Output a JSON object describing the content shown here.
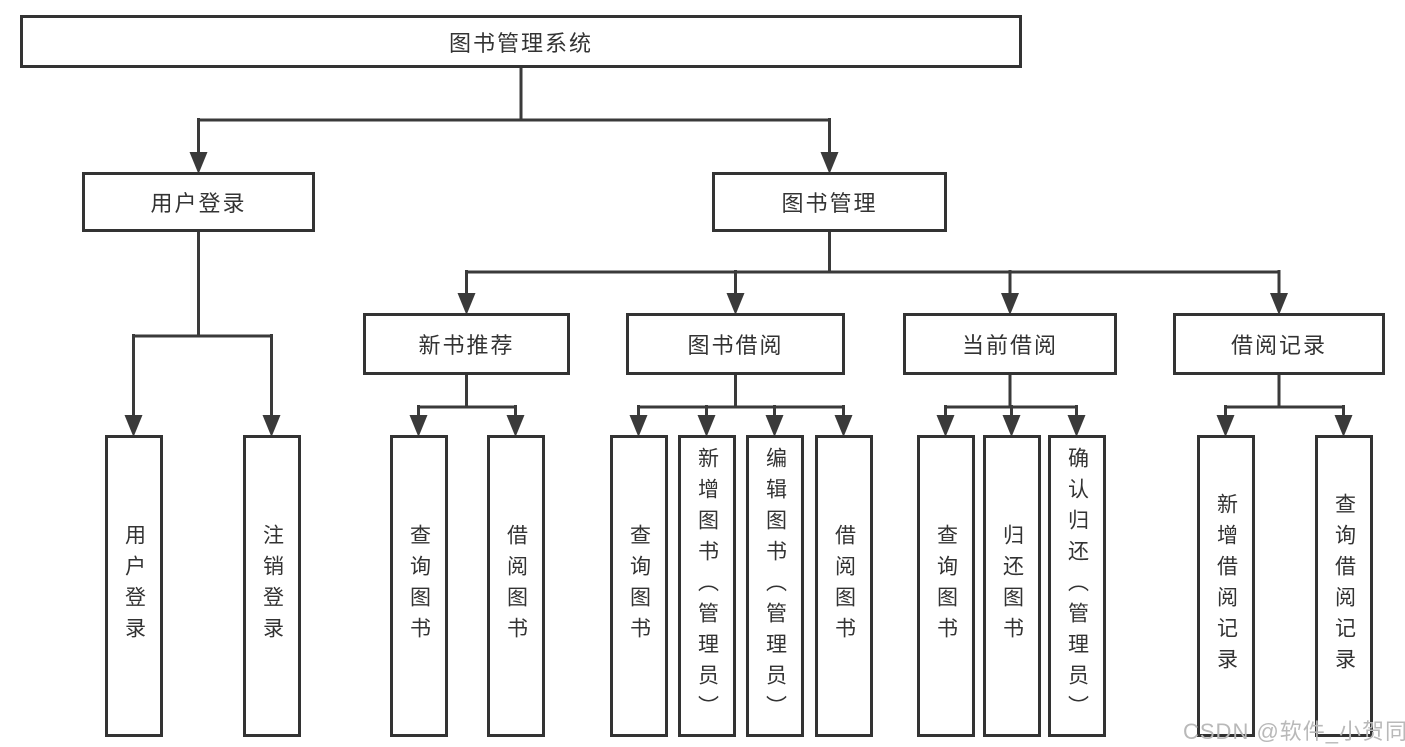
{
  "colors": {
    "line": "#3a3a3a",
    "box_border": "#333333",
    "text": "#333333",
    "background": "#ffffff",
    "watermark_gray": "#b9b9b9"
  },
  "tree": {
    "root_label": "图书管理系统",
    "user_login": {
      "label": "用户登录",
      "children": [
        "用户登录",
        "注销登录"
      ]
    },
    "book_management": {
      "label": "图书管理",
      "groups": [
        {
          "label": "新书推荐",
          "children": [
            "查询图书",
            "借阅图书"
          ]
        },
        {
          "label": "图书借阅",
          "children": [
            "查询图书",
            "新增图书（管理员）",
            "编辑图书（管理员）",
            "借阅图书"
          ]
        },
        {
          "label": "当前借阅",
          "children": [
            "查询图书",
            "归还图书",
            "确认归还（管理员）"
          ]
        },
        {
          "label": "借阅记录",
          "children": [
            "新增借阅记录",
            "查询借阅记录"
          ]
        }
      ]
    }
  },
  "watermark": {
    "text": "CSDN @软件_小贺同学"
  }
}
